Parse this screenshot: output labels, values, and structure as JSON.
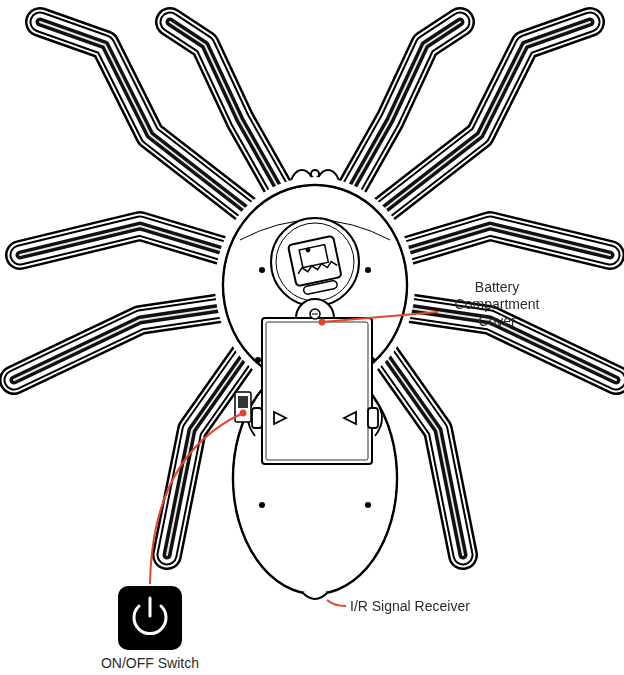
{
  "diagram": {
    "labels": [
      "Battery Compartment Cover",
      "I/R Signal Receiver",
      "ON/OFF Switch"
    ]
  }
}
